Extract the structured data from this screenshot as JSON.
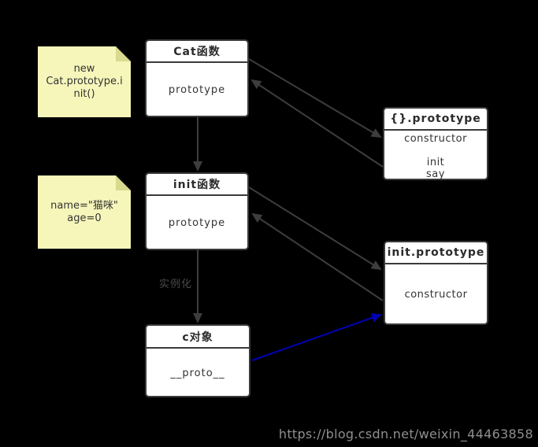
{
  "diagram": {
    "watermark": "https://blog.csdn.net/weixin_44463858",
    "labels": {
      "instantiate": "实例化"
    },
    "notes": [
      {
        "lines": [
          "new",
          "Cat.prototype.i",
          "nit()"
        ]
      },
      {
        "lines": [
          "name=\"猫咪\"",
          "age=0"
        ]
      }
    ],
    "nodes": {
      "cat": {
        "title": "Cat函数",
        "body": "prototype"
      },
      "init_fn": {
        "title": "init函数",
        "body": "prototype"
      },
      "c_obj": {
        "title": "c对象",
        "body": "__proto__"
      },
      "obj_proto": {
        "title": "{}.prototype",
        "members": [
          "constructor",
          "init",
          "say"
        ]
      },
      "init_proto": {
        "title": "init.prototype",
        "body": "constructor"
      }
    },
    "colors": {
      "arrow": "#3d3d3d",
      "blue_arrow": "#0000b4",
      "note_bg": "#f6f6bb",
      "box_border": "#3a3a3a"
    }
  }
}
